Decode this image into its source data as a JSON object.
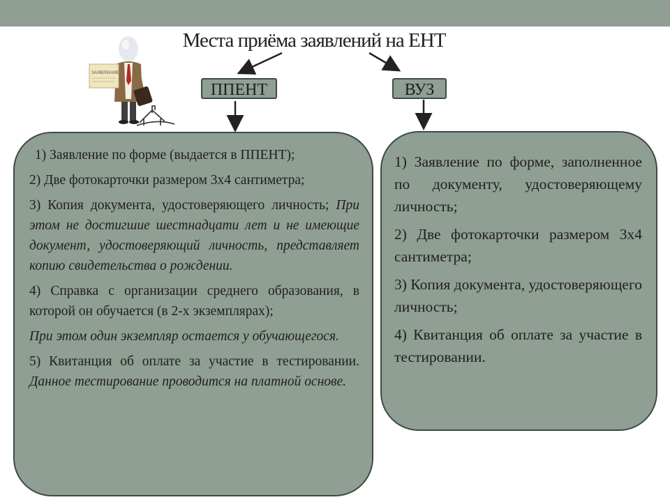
{
  "title": "Места приёма заявлений на ЕНТ",
  "figure": {
    "sign_text": "ЗАЯВЛЕНИЕ",
    "icon": "person-with-application-icon"
  },
  "boxes": {
    "ppent": "ППЕНТ",
    "vuz": "ВУЗ"
  },
  "ppent_items": [
    {
      "text": "1) Заявление по форме (выдается в ППЕНТ);",
      "note": ""
    },
    {
      "text": "2) Две фотокарточки размером 3х4 сантиметра;",
      "note": ""
    },
    {
      "text": "3) Копия документа, удостоверяющего личность;",
      "note": "При этом не достигшие шестнадцати лет и не имеющие документ, удостоверяющий личность, представляет копию свидетельства о рождении."
    },
    {
      "text": "4) Справка с организации среднего образования, в которой он обучается (в 2-х экземплярах);",
      "note": ""
    },
    {
      "text": "",
      "note": "При этом один экземпляр остается у обучающегося."
    },
    {
      "text": "5) Квитанция об оплате за участие в тестировании.",
      "note": "Данное тестирование проводится на платной основе."
    }
  ],
  "vuz_items": [
    "1) Заявление по форме, заполненное по документу, удостоверяющему личность;",
    "2) Две фотокарточки размером 3х4 сантиметра;",
    "3) Копия документа, удостоверяющего личность;",
    "4) Квитанция об оплате за участие в тестировании."
  ]
}
